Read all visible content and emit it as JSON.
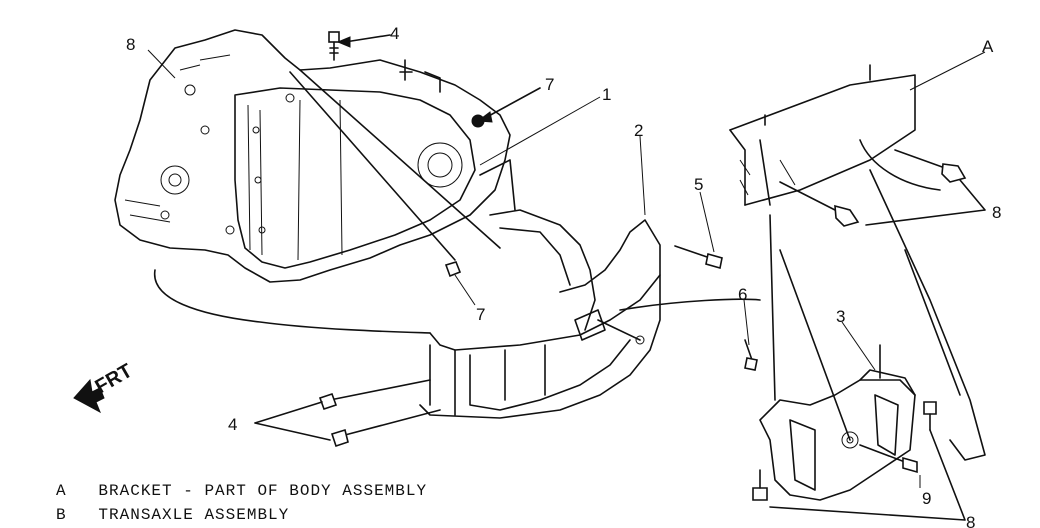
{
  "callouts": {
    "c1": "1",
    "c2": "2",
    "c3": "3",
    "c4a": "4",
    "c4b": "4",
    "c5": "5",
    "c6": "6",
    "c7a": "7",
    "c7b": "7",
    "c8": "8",
    "c9": "9",
    "c8b": "8",
    "cA": "A",
    "cB": "8"
  },
  "front_label": "FRT",
  "legend": [
    {
      "key": "A",
      "text": "BRACKET - PART OF BODY ASSEMBLY"
    },
    {
      "key": "B",
      "text": "TRANSAXLE ASSEMBLY"
    }
  ]
}
